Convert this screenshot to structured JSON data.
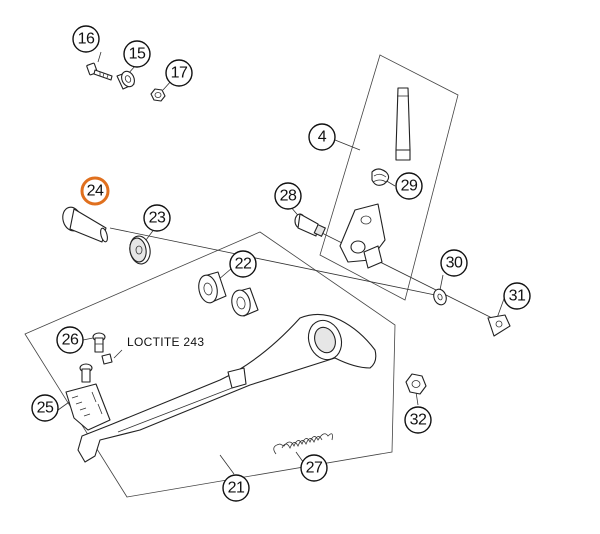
{
  "callouts": [
    {
      "id": "c16",
      "label": "16"
    },
    {
      "id": "c15",
      "label": "15"
    },
    {
      "id": "c17",
      "label": "17"
    },
    {
      "id": "c4",
      "label": "4"
    },
    {
      "id": "c24",
      "label": "24",
      "highlight": true
    },
    {
      "id": "c23",
      "label": "23"
    },
    {
      "id": "c28",
      "label": "28"
    },
    {
      "id": "c29",
      "label": "29"
    },
    {
      "id": "c22",
      "label": "22"
    },
    {
      "id": "c30",
      "label": "30"
    },
    {
      "id": "c31",
      "label": "31"
    },
    {
      "id": "c26",
      "label": "26"
    },
    {
      "id": "c25",
      "label": "25"
    },
    {
      "id": "c32",
      "label": "32"
    },
    {
      "id": "c27",
      "label": "27"
    },
    {
      "id": "c21",
      "label": "21"
    }
  ],
  "note": {
    "text": "LOCTITE 243"
  },
  "highlight_color": "#e0701e"
}
